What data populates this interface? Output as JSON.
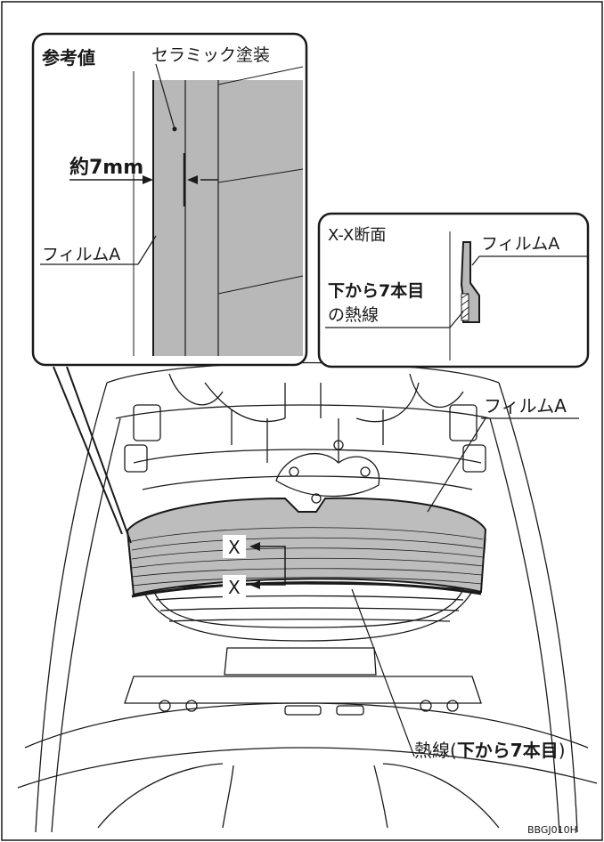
{
  "detail_top": {
    "title": "参考値",
    "label_coating": "セラミック塗装",
    "label_dimension": "約7mm",
    "label_film": "フィルムA"
  },
  "section_xx": {
    "title": "X-X断面",
    "label_film": "フィルムA",
    "label_line_bold": "下から7本目",
    "label_line_rest": "の熱線"
  },
  "main": {
    "label_film": "フィルムA",
    "section_mark_1": "X",
    "section_mark_2": "X",
    "label_hotwire_prefix": "熱線(",
    "label_hotwire_bold": "下から7本目",
    "label_hotwire_suffix": ")"
  },
  "figure_code": "BBGJ010H",
  "colors": {
    "film_fill": "#bdbdbd",
    "coating_fill": "#b8b8b8",
    "line": "#1a1a1a"
  }
}
